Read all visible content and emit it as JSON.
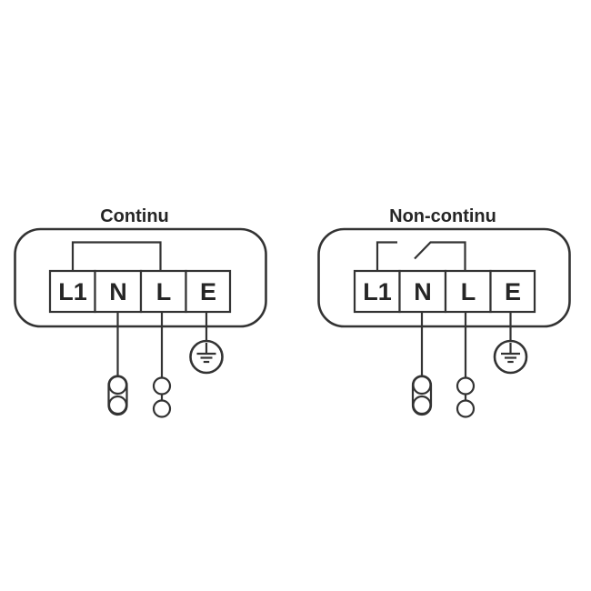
{
  "canvas": {
    "background_color": "#ffffff",
    "line_color": "#333333",
    "text_color": "#262626"
  },
  "diagrams": [
    {
      "title": "Continu",
      "terminals": [
        "L1",
        "N",
        "L",
        "E"
      ],
      "bridge_type": "closed-jumper",
      "bottom_symbols": [
        "earth-ground",
        "double-pole-connector",
        "two-circle-connector"
      ]
    },
    {
      "title": "Non-continu",
      "terminals": [
        "L1",
        "N",
        "L",
        "E"
      ],
      "bridge_type": "open-switch",
      "bottom_symbols": [
        "earth-ground",
        "double-pole-connector",
        "two-circle-connector"
      ]
    }
  ]
}
